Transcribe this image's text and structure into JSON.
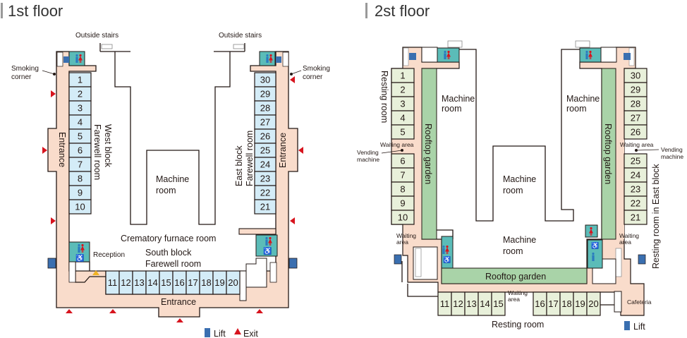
{
  "floor1": {
    "title": "1st floor",
    "outside_stairs_left": "Outside stairs",
    "outside_stairs_right": "Outside stairs",
    "smoking_left": [
      "Smoking",
      "corner"
    ],
    "smoking_right": [
      "Smoking",
      "corner"
    ],
    "entrance_west": "Entrance",
    "entrance_east": "Entrance",
    "entrance_south": "Entrance",
    "west_block": [
      "West block",
      "Farewell room"
    ],
    "east_block": [
      "East block",
      "Farewell room"
    ],
    "machine_room": [
      "Machine",
      "room"
    ],
    "crematory": "Crematory furnace room",
    "south_block": [
      "South block",
      "Farewell room"
    ],
    "reception": "Reception",
    "west_rooms": [
      "1",
      "2",
      "3",
      "4",
      "5",
      "6",
      "7",
      "8",
      "9",
      "10"
    ],
    "east_rooms": [
      "30",
      "29",
      "28",
      "27",
      "26",
      "25",
      "24",
      "23",
      "22",
      "21"
    ],
    "south_rooms": [
      "11",
      "12",
      "13",
      "14",
      "15",
      "16",
      "17",
      "18",
      "19",
      "20"
    ],
    "legend": {
      "lift": "Lift",
      "exit": "Exit"
    }
  },
  "floor2": {
    "title": "2st floor",
    "resting_room_west": "Resting room",
    "resting_room_east": "Resting room in East block",
    "resting_room_south": "Resting room",
    "waiting_area_west_top": "Waiting area",
    "waiting_area_east_top": "Waiting area",
    "waiting_area_west_bottom": [
      "Waiting",
      "area"
    ],
    "waiting_area_east_bottom": [
      "Waiting",
      "area"
    ],
    "waiting_area_south": [
      "Waiting",
      "area"
    ],
    "vending_left": [
      "Vending",
      "machine"
    ],
    "vending_right": [
      "Vending",
      "machine"
    ],
    "machine_room_nw": [
      "Machine",
      "room"
    ],
    "machine_room_ne": [
      "Machine",
      "room"
    ],
    "machine_room_center": [
      "Machine",
      "room"
    ],
    "machine_room_south": [
      "Machine",
      "room"
    ],
    "rooftop_garden_west": "Rooftop garden",
    "rooftop_garden_east": "Rooftop garden",
    "rooftop_garden_south": "Rooftop garden",
    "cafeteria": "Cafeteria",
    "west_rooms": [
      "1",
      "2",
      "3",
      "4",
      "5",
      "6",
      "7",
      "8",
      "9",
      "10"
    ],
    "east_rooms": [
      "30",
      "29",
      "28",
      "27",
      "26",
      "25",
      "24",
      "23",
      "22",
      "21"
    ],
    "south_rooms_west": [
      "11",
      "12",
      "13",
      "14",
      "15"
    ],
    "south_rooms_east": [
      "16",
      "17",
      "18",
      "19",
      "20"
    ],
    "legend": {
      "lift": "Lift"
    }
  },
  "colors": {
    "corridor": "#f9dccb",
    "farewell_room": "#d4ecf7",
    "resting_room": "#e8f0da",
    "garden": "#a9d3a8",
    "toilet": "#5bbcb8",
    "lift": "#3a6fb0",
    "exit": "#d7141e",
    "reception_marker": "#f0b323"
  }
}
